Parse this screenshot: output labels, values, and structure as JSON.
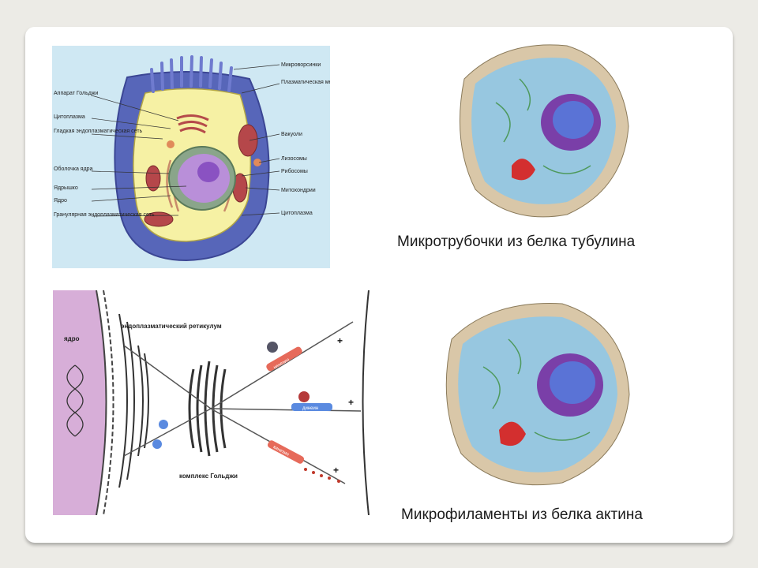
{
  "slide": {
    "caption_microtubules": "Микротрубочки из белка тубулина",
    "caption_microfilaments": "Микрофиламенты из белка актина"
  },
  "cell_diagram": {
    "labels_left": [
      "Аппарат Гольджи",
      "Цитоплазма",
      "Гладкая эндоплазматическая сеть",
      "Оболочка ядра",
      "Ядрышко",
      "Ядро",
      "Гранулярная эндоплазматическая сеть"
    ],
    "labels_right": [
      "Микроворсинки",
      "Плазматическая мембрана",
      "Вакуоли",
      "Лизосомы",
      "Рибосомы",
      "Митохондрии",
      "Цитоплазма"
    ]
  },
  "transport_diagram": {
    "nucleus_label": "ядро",
    "er_label": "эндоплазматический ретикулум",
    "golgi_label": "комплекс Гольджи",
    "kinesin_label": "кинезин",
    "dynein_label": "динеин",
    "plus_sign": "+"
  }
}
